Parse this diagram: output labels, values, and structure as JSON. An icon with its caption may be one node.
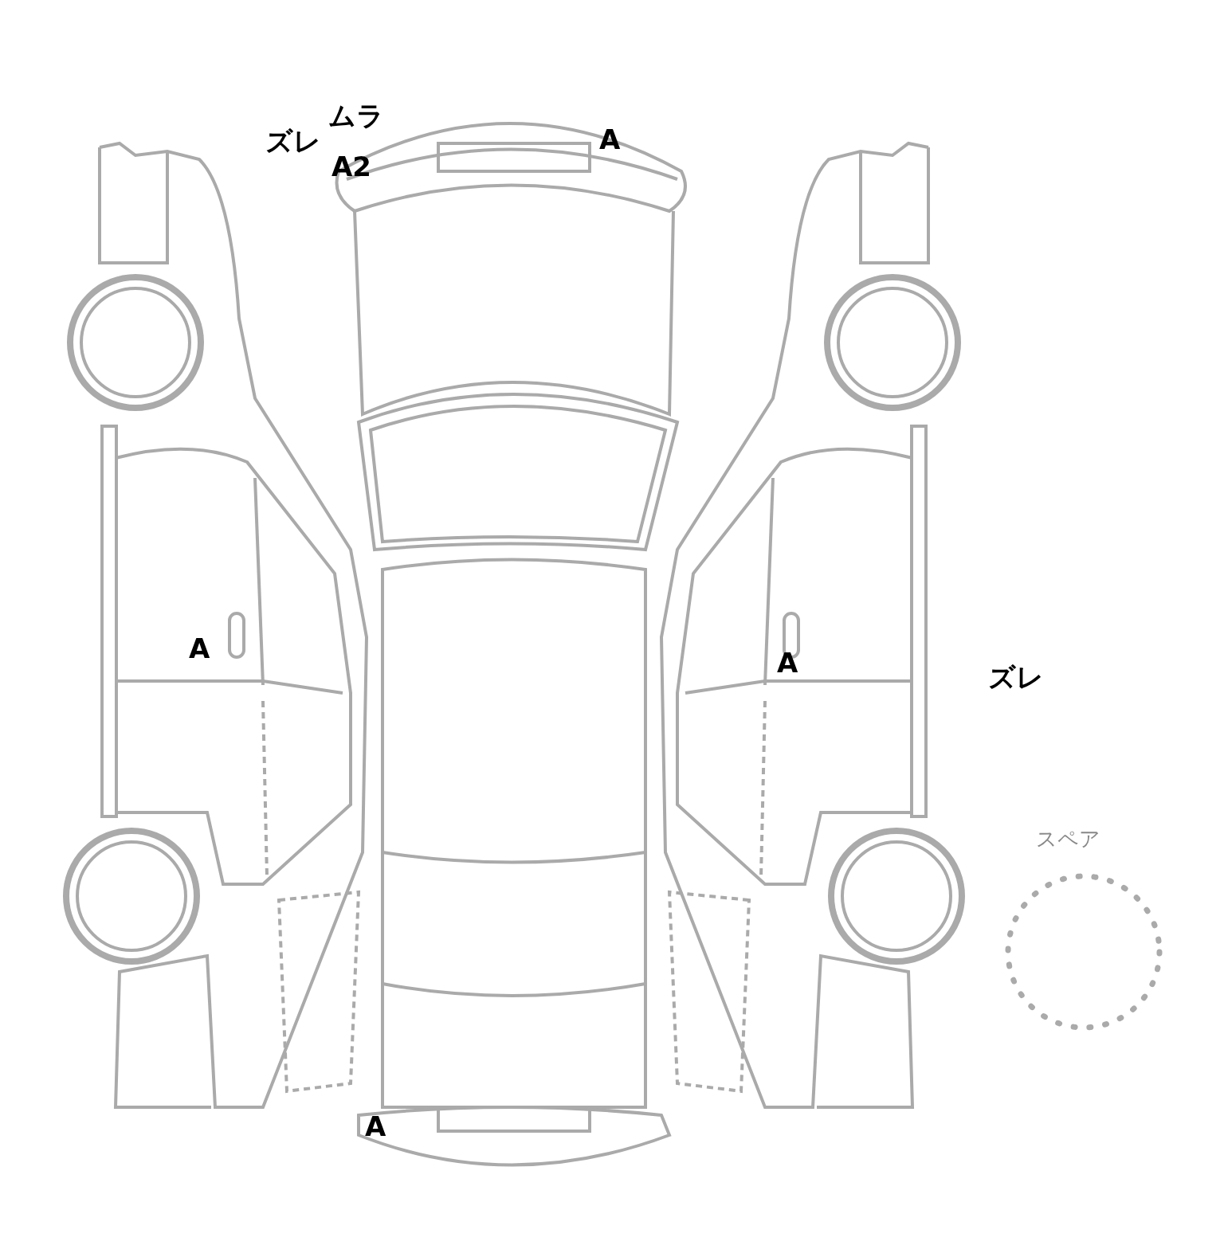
{
  "diagram": {
    "labels": [
      "ムラ",
      "ズレ",
      "A",
      "A2",
      "A",
      "A",
      "ズレ",
      "スペア",
      "A"
    ]
  }
}
